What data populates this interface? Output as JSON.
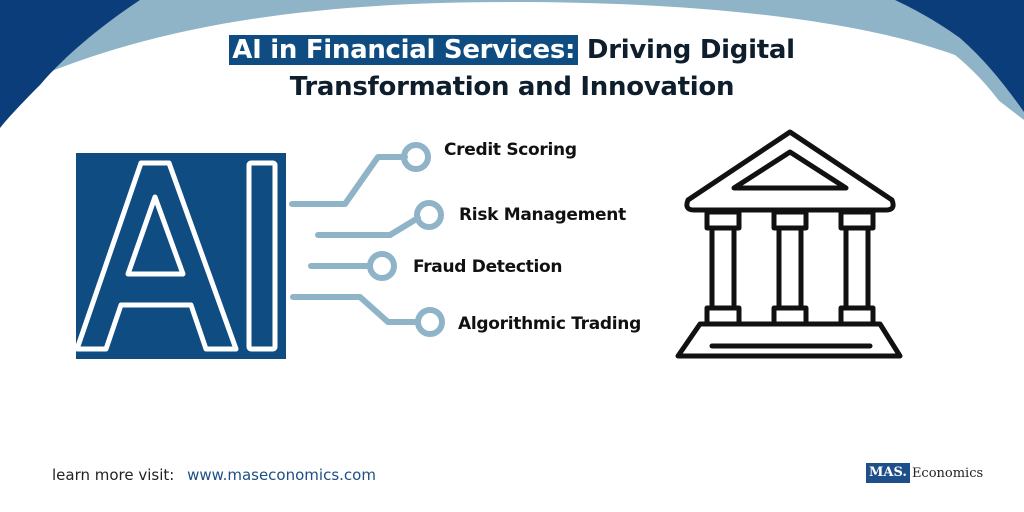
{
  "title": {
    "highlight": "AI in Financial Services:",
    "line1_rest": "Driving Digital",
    "line2": "Transformation and Innovation"
  },
  "ai_graphic": {
    "label": "AI",
    "icon": "ai-letters-icon"
  },
  "features": [
    {
      "label": "Credit Scoring"
    },
    {
      "label": "Risk Management"
    },
    {
      "label": "Fraud Detection"
    },
    {
      "label": "Algorithmic Trading"
    }
  ],
  "bank_graphic": {
    "icon": "bank-building-icon"
  },
  "footer": {
    "prompt": "learn more visit:",
    "url": "www.maseconomics.com"
  },
  "logo": {
    "mark": "MAS.",
    "name": "Economics"
  },
  "colors": {
    "primary_navy": "#0b3d7a",
    "accent_blue": "#0f4c81",
    "light_steel": "#8fb3c7",
    "text_dark": "#0e1e2c",
    "url_blue": "#1f4e85"
  }
}
